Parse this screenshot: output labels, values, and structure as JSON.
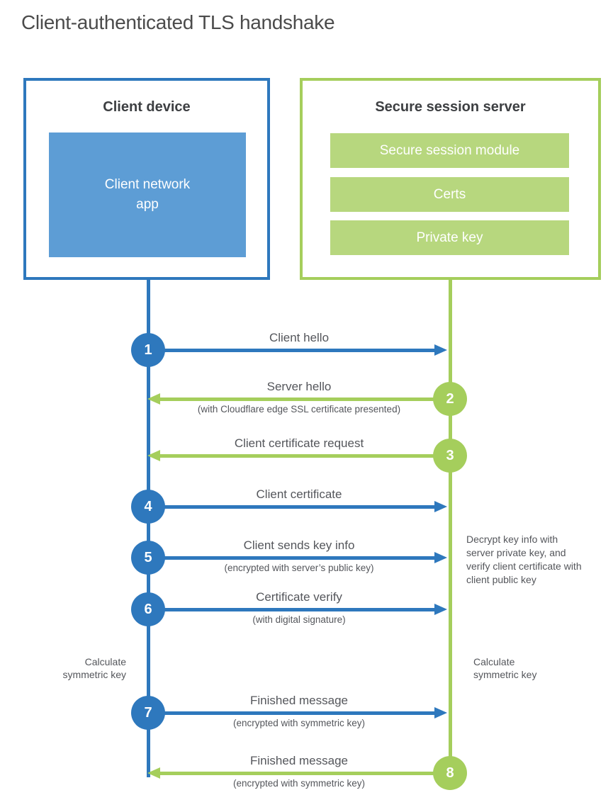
{
  "title": "Client-authenticated TLS handshake",
  "colors": {
    "blue": "#2e78bd",
    "blue_fill": "#5d9dd5",
    "green": "#a5ce5c",
    "green_fill": "#b7d77e",
    "heading_text": "#3d3f42",
    "label_text": "#54565b",
    "title_text": "#4b4b4b"
  },
  "client": {
    "title": "Client device",
    "module": "Client network app"
  },
  "server": {
    "title": "Secure session server",
    "modules": {
      "0": "Secure session module",
      "1": "Certs",
      "2": "Private key"
    }
  },
  "steps": {
    "0": {
      "number": "1",
      "from": "client",
      "direction": "right",
      "label": "Client hello",
      "sublabel": ""
    },
    "1": {
      "number": "2",
      "from": "server",
      "direction": "left",
      "label": "Server hello",
      "sublabel": "(with Cloudflare edge SSL certificate presented)"
    },
    "2": {
      "number": "3",
      "from": "server",
      "direction": "left",
      "label": "Client certificate request",
      "sublabel": ""
    },
    "3": {
      "number": "4",
      "from": "client",
      "direction": "right",
      "label": "Client certificate",
      "sublabel": ""
    },
    "4": {
      "number": "5",
      "from": "client",
      "direction": "right",
      "label": "Client sends key info",
      "sublabel": "(encrypted with server’s public key)"
    },
    "5": {
      "number": "6",
      "from": "client",
      "direction": "right",
      "label": "Certificate verify",
      "sublabel": "(with digital signature)"
    },
    "6": {
      "number": "7",
      "from": "client",
      "direction": "right",
      "label": "Finished message",
      "sublabel": "(encrypted with symmetric key)"
    },
    "7": {
      "number": "8",
      "from": "server",
      "direction": "left",
      "label": "Finished message",
      "sublabel": "(encrypted with symmetric key)"
    }
  },
  "annotations": {
    "decrypt_note": "Decrypt key info with server private key, and verify client certificate with client public key",
    "calculate_left": "Calculate symmetric key",
    "calculate_right": "Calculate symmetric key"
  }
}
